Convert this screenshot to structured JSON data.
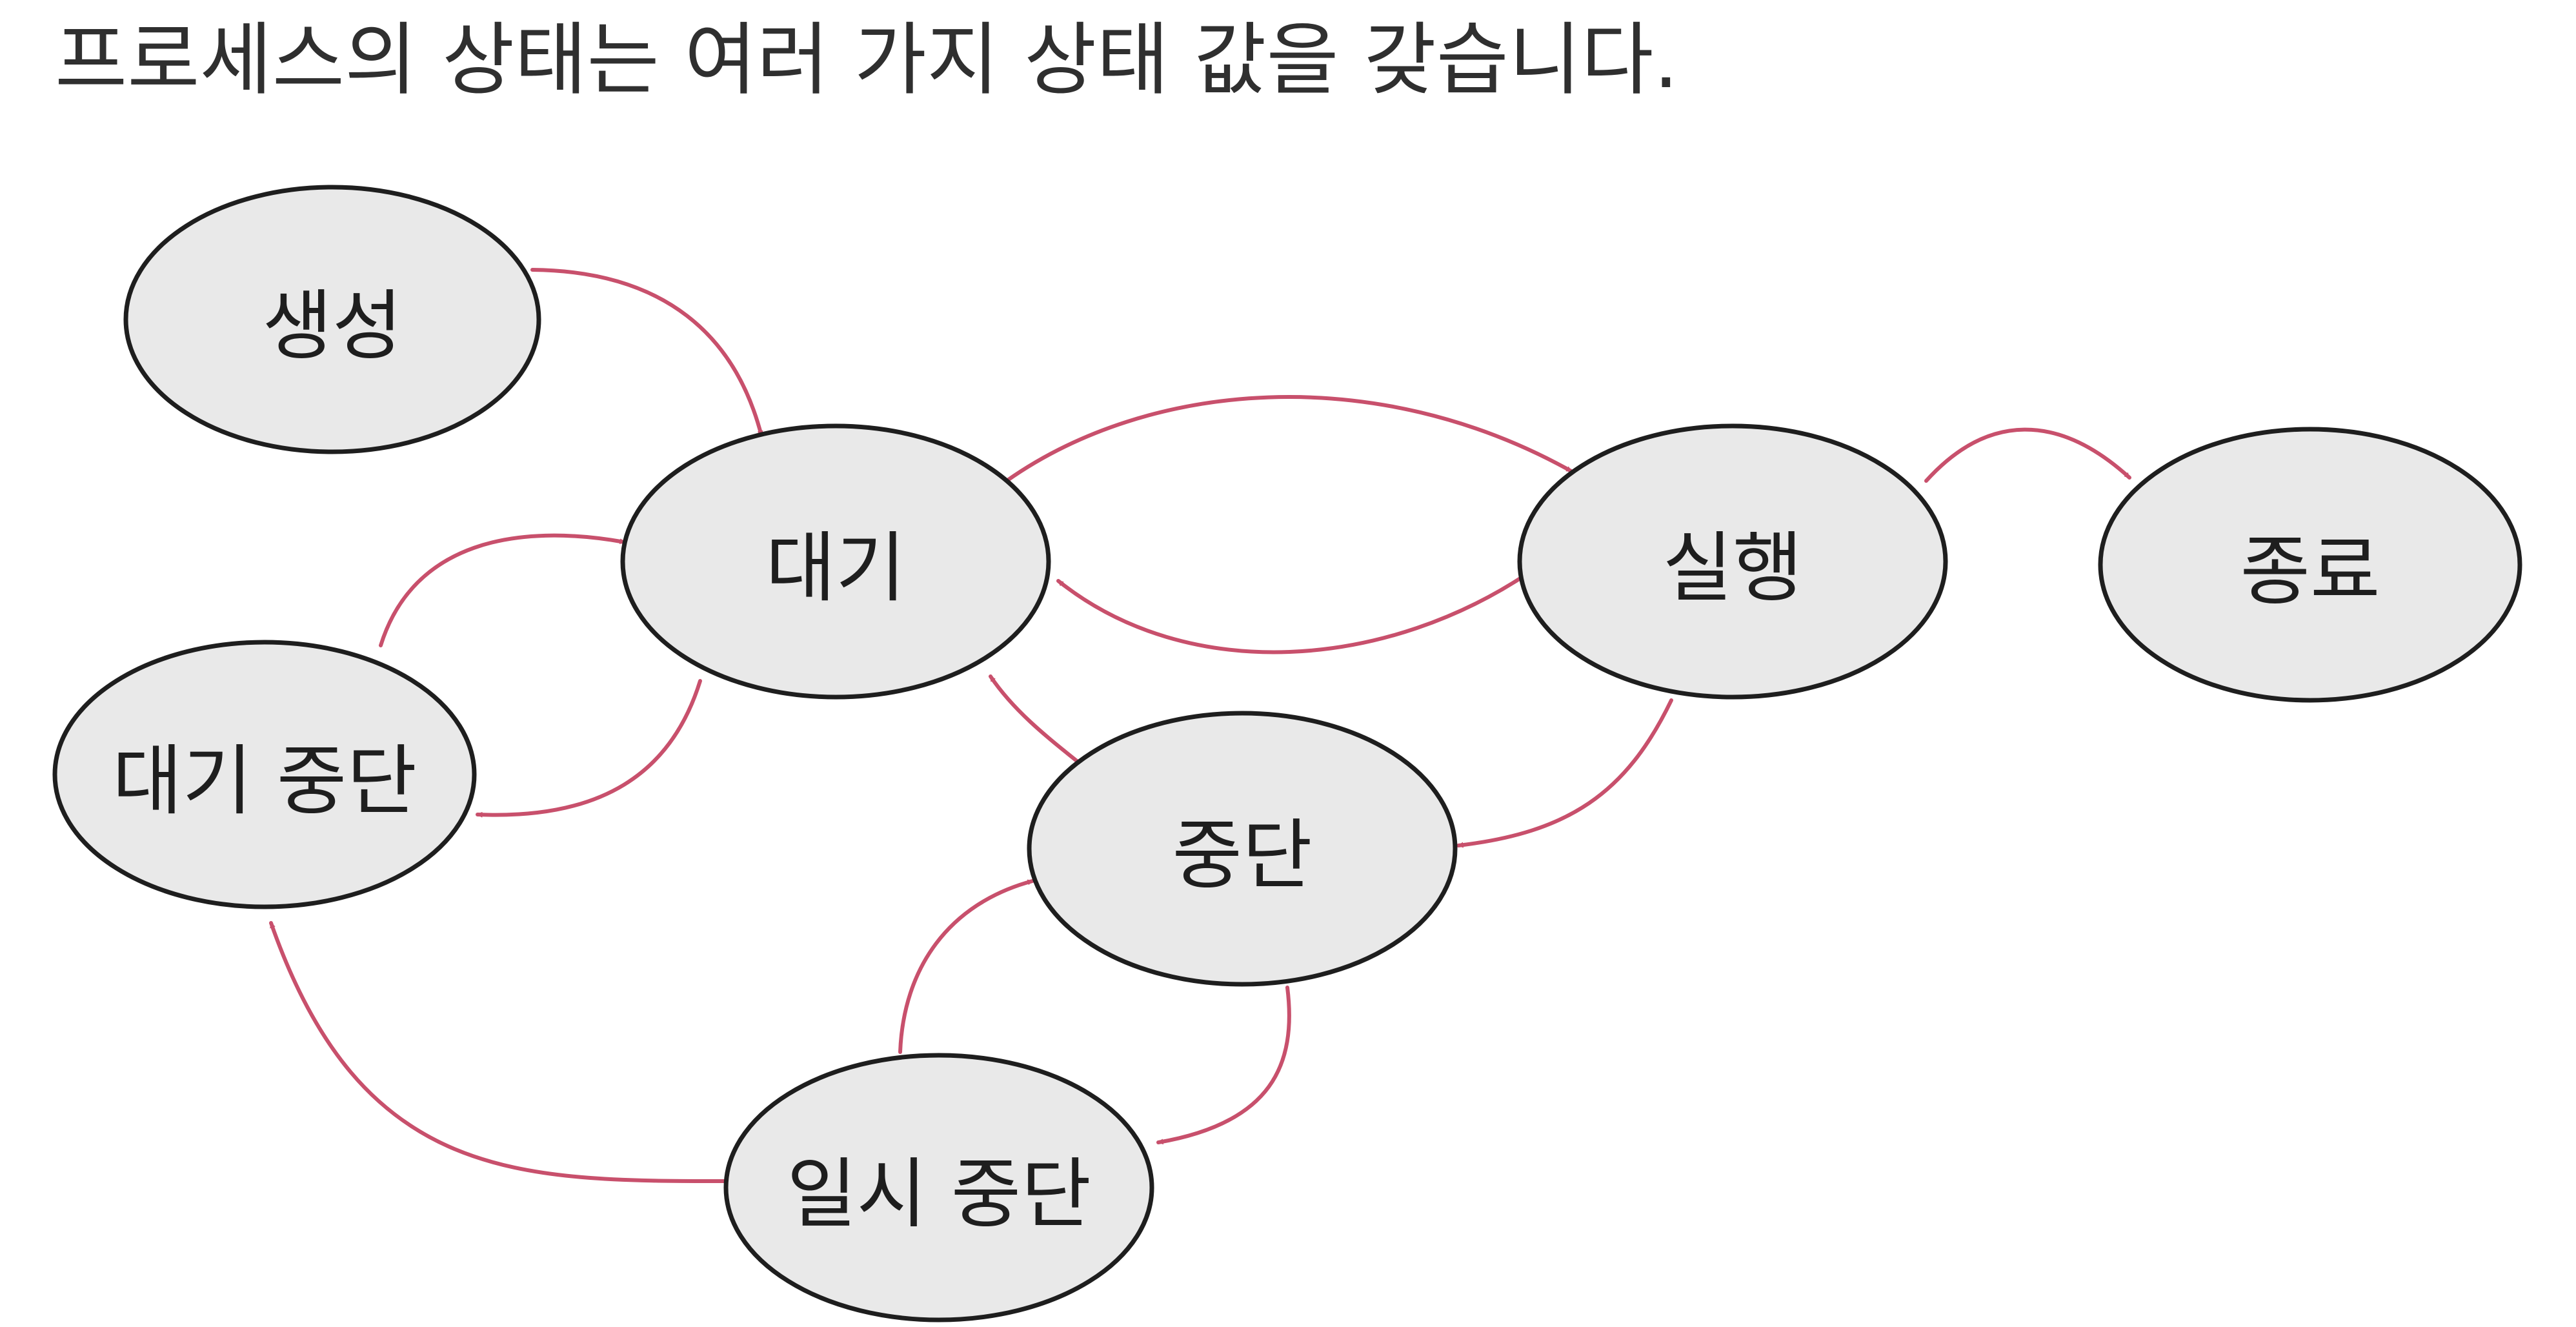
{
  "caption": "프로세스의 상태는 여러 가지 상태 값을 갖습니다.",
  "colors": {
    "node_fill": "#e9e9e9",
    "node_stroke": "#1e1e1e",
    "label_text": "#1e1e1e",
    "edge": "#c8506c",
    "caption_text": "#2f2f2f"
  },
  "nodes": [
    {
      "id": "create",
      "label": "생성"
    },
    {
      "id": "ready",
      "label": "대기"
    },
    {
      "id": "running",
      "label": "실행"
    },
    {
      "id": "terminated",
      "label": "종료"
    },
    {
      "id": "ready-suspended",
      "label": "대기 중단"
    },
    {
      "id": "blocked",
      "label": "중단"
    },
    {
      "id": "suspended",
      "label": "일시 중단"
    }
  ],
  "edges": [
    {
      "from": "create",
      "to": "ready"
    },
    {
      "from": "ready",
      "to": "running"
    },
    {
      "from": "running",
      "to": "ready"
    },
    {
      "from": "running",
      "to": "terminated"
    },
    {
      "from": "ready-suspended",
      "to": "ready"
    },
    {
      "from": "ready",
      "to": "ready-suspended"
    },
    {
      "from": "running",
      "to": "blocked"
    },
    {
      "from": "blocked",
      "to": "ready"
    },
    {
      "from": "blocked",
      "to": "suspended"
    },
    {
      "from": "suspended",
      "to": "blocked"
    },
    {
      "from": "suspended",
      "to": "ready-suspended"
    }
  ]
}
